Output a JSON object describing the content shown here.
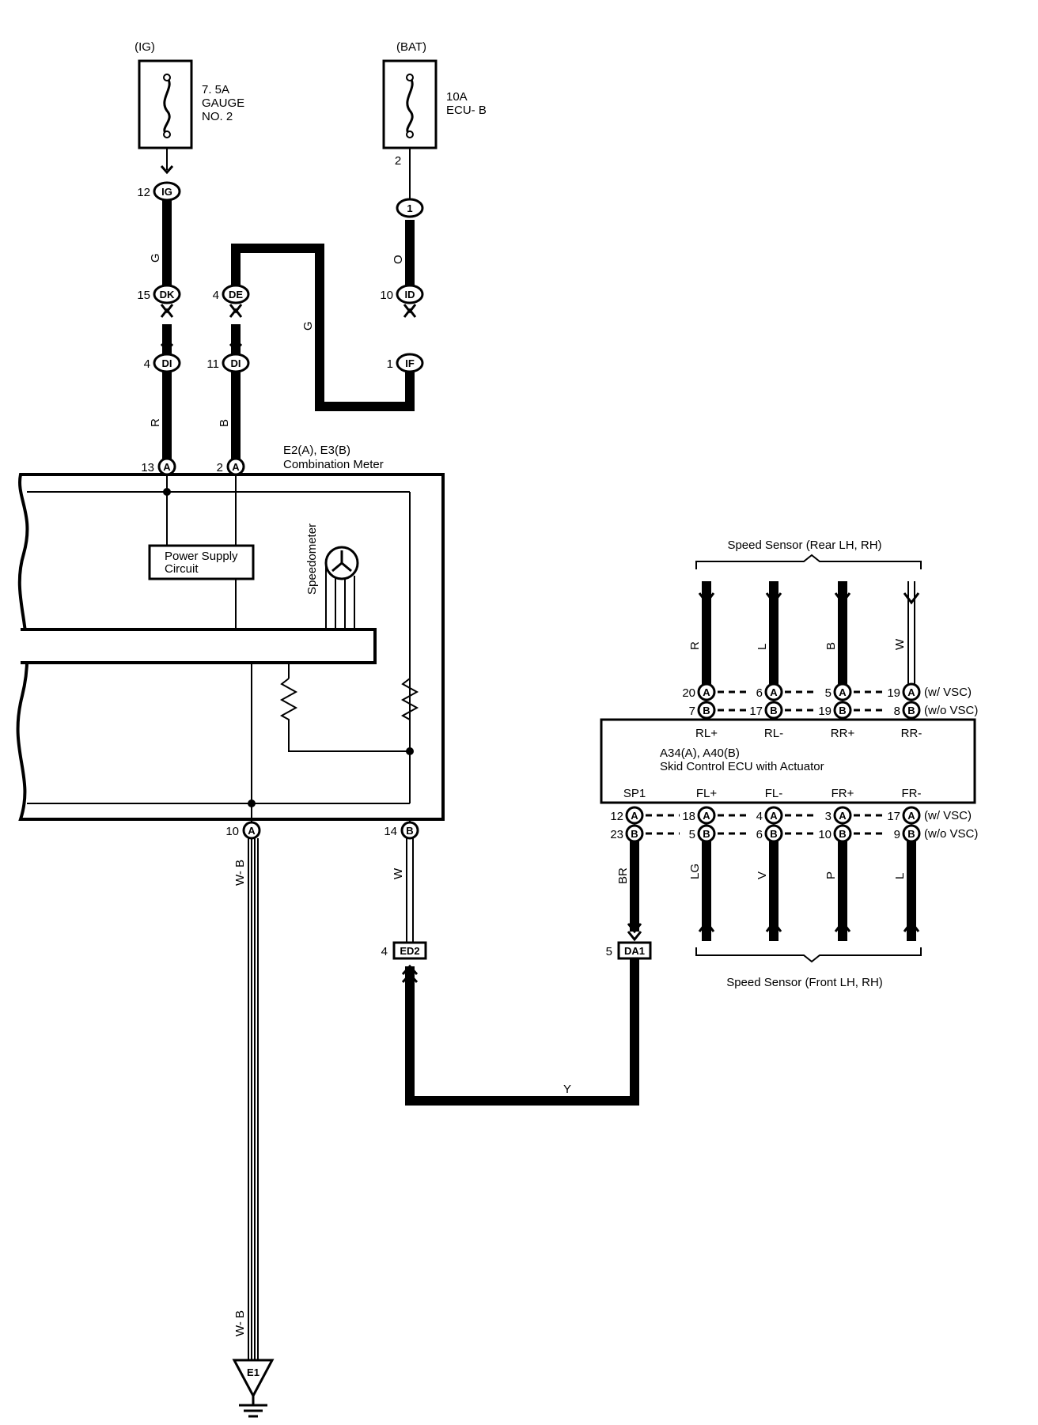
{
  "fuses": {
    "ig": {
      "source": "(IG)",
      "rating": "7. 5A",
      "name_line1": "GAUGE",
      "name_line2": "NO. 2"
    },
    "bat": {
      "source": "(BAT)",
      "rating": "10A",
      "name_line1": "ECU- B"
    }
  },
  "connectors": {
    "ig12": {
      "pin": "12",
      "id": "IG"
    },
    "c1": {
      "pin": "2",
      "id": "1"
    },
    "dk": {
      "pin": "15",
      "id": "DK"
    },
    "de": {
      "pin": "4",
      "id": "DE"
    },
    "id": {
      "pin": "10",
      "id": "ID"
    },
    "di1": {
      "pin": "4",
      "id": "DI"
    },
    "di2": {
      "pin": "11",
      "id": "DI"
    },
    "if": {
      "pin": "1",
      "id": "IF"
    },
    "ed2": {
      "pin": "4",
      "id": "ED2"
    },
    "da1": {
      "pin": "5",
      "id": "DA1"
    },
    "e1": {
      "id": "E1"
    }
  },
  "wires": {
    "g1": "G",
    "o": "O",
    "g2": "G",
    "r": "R",
    "b": "B",
    "wb1": "W- B",
    "wb2": "W- B",
    "w": "W",
    "y": "Y",
    "br": "BR"
  },
  "meter": {
    "title_line1": "E2(A), E3(B)",
    "title_line2": "Combination Meter",
    "power_supply_line1": "Power Supply",
    "power_supply_line2": "Circuit",
    "speedometer": "Speedometer",
    "pins": {
      "p13": {
        "pin": "13",
        "id": "A"
      },
      "p2": {
        "pin": "2",
        "id": "A"
      },
      "p10": {
        "pin": "10",
        "id": "A"
      },
      "p14": {
        "pin": "14",
        "id": "B"
      }
    }
  },
  "ecu": {
    "title_line1": "A34(A), A40(B)",
    "title_line2": "Skid Control ECU with Actuator",
    "top_terms": [
      "RL+",
      "RL-",
      "RR+",
      "RR-"
    ],
    "bottom_terms": [
      "SP1",
      "FL+",
      "FL-",
      "FR+",
      "FR-"
    ],
    "top_pins_a": [
      "20",
      "6",
      "5",
      "19"
    ],
    "top_pins_b": [
      "7",
      "17",
      "19",
      "8"
    ],
    "bottom_pins_a": [
      "12",
      "18",
      "4",
      "3",
      "17"
    ],
    "bottom_pins_b": [
      "23",
      "5",
      "6",
      "10",
      "9"
    ],
    "w_vsc": "(w/ VSC)",
    "wo_vsc": "(w/o VSC)",
    "rear_wire_colors": [
      "R",
      "L",
      "B",
      "W"
    ],
    "front_wire_colors": [
      "LG",
      "V",
      "P",
      "L"
    ]
  },
  "sensors": {
    "rear": "Speed Sensor (Rear LH,  RH)",
    "front": "Speed Sensor (Front LH,  RH)"
  }
}
